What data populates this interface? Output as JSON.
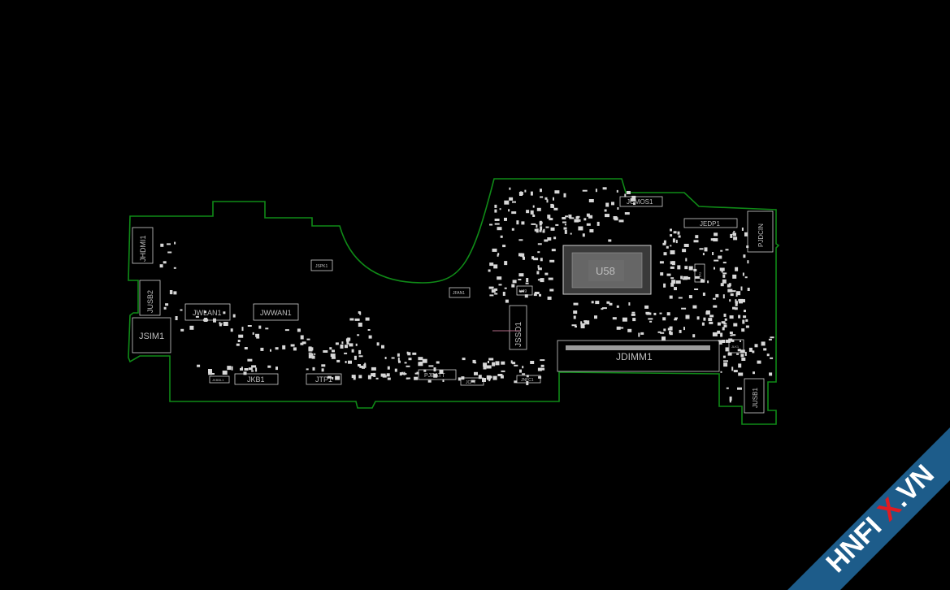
{
  "board": {
    "outline_color": "#0f8a17",
    "silk_color": "#cfcfcf",
    "background": "#000000",
    "components": {
      "hdmi": "JHDMI1",
      "usb2": "JUSB2",
      "sim": "JSIM1",
      "wlan": "JWLAN1",
      "wwan": "JWWAN1",
      "kb": "JKB1",
      "tp": "JTP1",
      "batt": "PJBATT",
      "spk": "JSPK1",
      "fan": "JFAN1",
      "ssd": "JSSD1",
      "cpu": "U58",
      "cmos": "JCMOS1",
      "edp": "JEDP1",
      "dcin": "PJDCIN",
      "dimm": "JDIMM1",
      "usb1": "JUSB1",
      "u49": "U49",
      "jbl": "JKBBL1",
      "jcpt": "JCPT",
      "jnfc": "JNFC1",
      "jlk": "JLK1",
      "jlu": "JTP2"
    }
  },
  "watermark": {
    "text_left": "HNFI",
    "text_x": "X",
    "text_right": ".VN",
    "band_color": "#1d5c8a",
    "x_color": "#e01b22"
  }
}
